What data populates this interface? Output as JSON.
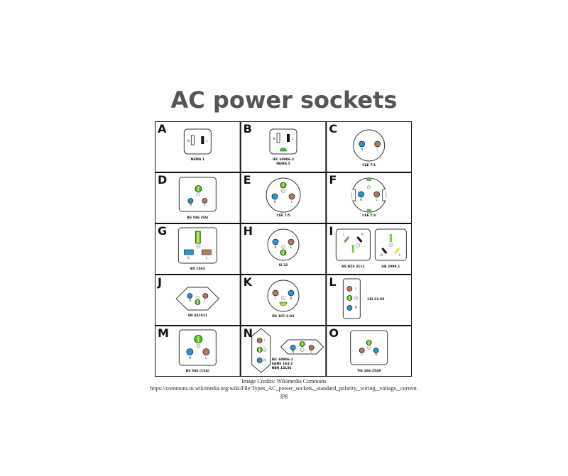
{
  "title": "AC power sockets",
  "colors": {
    "neutral": "#2196d9",
    "live": "#b8785a",
    "earth": "#3ccc32",
    "earth_stripe": "#e8e23a",
    "border": "#111111"
  },
  "cells": [
    {
      "letter": "A",
      "labels": [
        "NEMA 1"
      ],
      "pins": [
        "N",
        "L"
      ]
    },
    {
      "letter": "B",
      "labels": [
        "IEC 60906-2",
        "NEMA 5"
      ],
      "pins": [
        "N",
        "L"
      ]
    },
    {
      "letter": "C",
      "labels": [
        "CEE 7/1"
      ],
      "pins": [
        "N",
        "L"
      ]
    },
    {
      "letter": "D",
      "labels": [
        "BS 546 (5A)"
      ],
      "pins": [
        "N",
        "L"
      ]
    },
    {
      "letter": "E",
      "labels": [
        "CEE 7/5"
      ],
      "pins": [
        "N",
        "L"
      ]
    },
    {
      "letter": "F",
      "labels": [
        "CEE 7/3"
      ],
      "pins": [
        "N",
        "L"
      ]
    },
    {
      "letter": "G",
      "labels": [
        "BS 1363"
      ],
      "pins": [
        "N",
        "L"
      ]
    },
    {
      "letter": "H",
      "labels": [
        "SI 32"
      ],
      "pins": [
        "N",
        "L"
      ]
    },
    {
      "letter": "I",
      "labels": [
        "AS NZS 3112",
        "GB 2099.1"
      ],
      "pins": [
        "L",
        "N",
        "N",
        "L"
      ]
    },
    {
      "letter": "J",
      "labels": [
        "SN 441011"
      ],
      "pins": [
        "N",
        "L"
      ]
    },
    {
      "letter": "K",
      "labels": [
        "DS 107-2-D1"
      ],
      "pins": [
        "L",
        "N"
      ]
    },
    {
      "letter": "L",
      "labels": [
        "CEI 23-50"
      ],
      "pins": [
        "L",
        "N"
      ]
    },
    {
      "letter": "M",
      "labels": [
        "BS 546 (15A)"
      ],
      "pins": [
        "N",
        "L"
      ]
    },
    {
      "letter": "N",
      "labels": [
        "IEC 60906-1",
        "SANS 164-2",
        "NBR 14136"
      ],
      "pins": [
        "L",
        "N",
        "N",
        "L"
      ]
    },
    {
      "letter": "O",
      "labels": [
        "TIS 166-2549"
      ],
      "pins": [
        "L",
        "N"
      ]
    }
  ],
  "credits": {
    "line1": "Image Credits: Wikimedia Commons",
    "line2": "https://commons.m.wikimedia.org/wiki/File:Types_AC_power_sockets,_standard_polarity,_wiring,_voltage,_current.",
    "line3": "jpg"
  }
}
